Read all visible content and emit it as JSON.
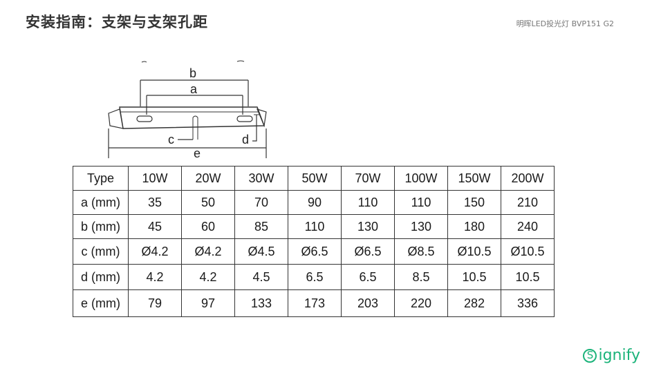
{
  "header": {
    "title": "安装指南：支架与支架孔距",
    "product": "明晖LED投光灯 BVP151 G2"
  },
  "diagram": {
    "labels": {
      "a": "a",
      "b": "b",
      "c": "c",
      "d": "d",
      "e": "e"
    }
  },
  "table": {
    "headers": [
      "Type",
      "10W",
      "20W",
      "30W",
      "50W",
      "70W",
      "100W",
      "150W",
      "200W"
    ],
    "rows": [
      {
        "label": "a (mm)",
        "values": [
          "35",
          "50",
          "70",
          "90",
          "110",
          "110",
          "150",
          "210"
        ]
      },
      {
        "label": "b (mm)",
        "values": [
          "45",
          "60",
          "85",
          "110",
          "130",
          "130",
          "180",
          "240"
        ]
      },
      {
        "label": "c (mm)",
        "values": [
          "Ø4.2",
          "Ø4.2",
          "Ø4.5",
          "Ø6.5",
          "Ø6.5",
          "Ø8.5",
          "Ø10.5",
          "Ø10.5"
        ]
      },
      {
        "label": "d (mm)",
        "values": [
          "4.2",
          "4.2",
          "4.5",
          "6.5",
          "6.5",
          "8.5",
          "10.5",
          "10.5"
        ]
      },
      {
        "label": "e (mm)",
        "values": [
          "79",
          "97",
          "133",
          "173",
          "203",
          "220",
          "282",
          "336"
        ]
      }
    ]
  },
  "logo": {
    "first_letter": "S",
    "rest": "ignify",
    "color": "#1bb37a"
  }
}
